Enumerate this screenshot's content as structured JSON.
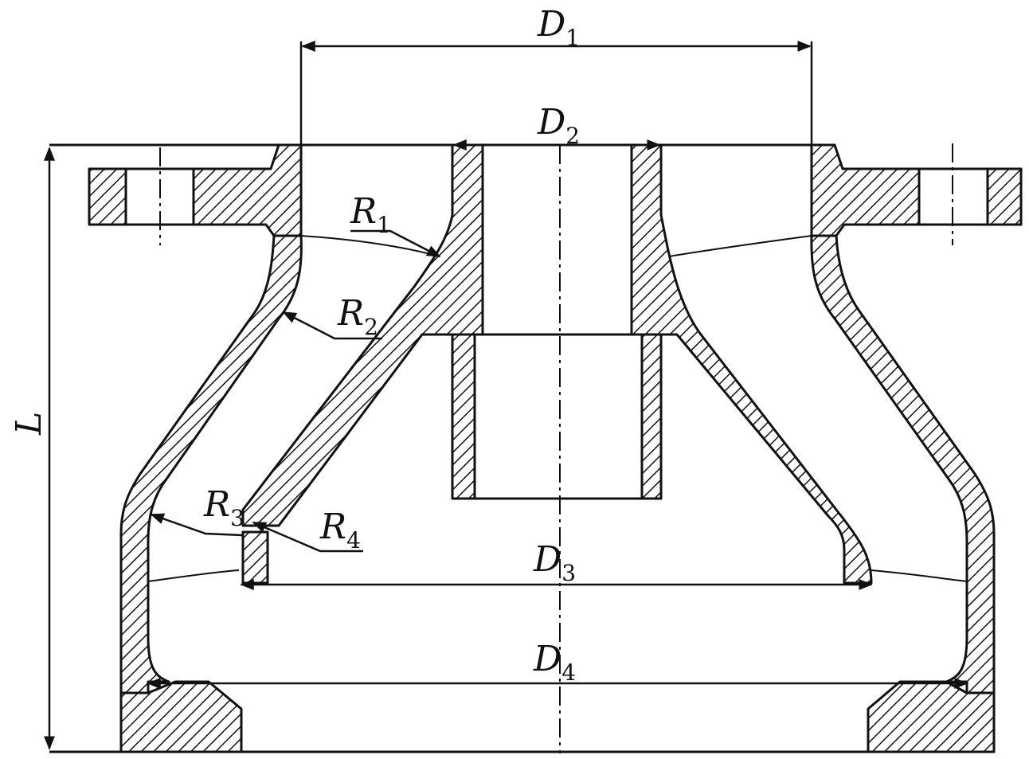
{
  "labels": {
    "d1": {
      "main": "D",
      "sub": "1"
    },
    "d2": {
      "main": "D",
      "sub": "2"
    },
    "d3": {
      "main": "D",
      "sub": "3"
    },
    "d4": {
      "main": "D",
      "sub": "4"
    },
    "r1": {
      "main": "R",
      "sub": "1"
    },
    "r2": {
      "main": "R",
      "sub": "2"
    },
    "r3": {
      "main": "R",
      "sub": "3"
    },
    "r4": {
      "main": "R",
      "sub": "4"
    },
    "l": {
      "main": "L"
    }
  }
}
